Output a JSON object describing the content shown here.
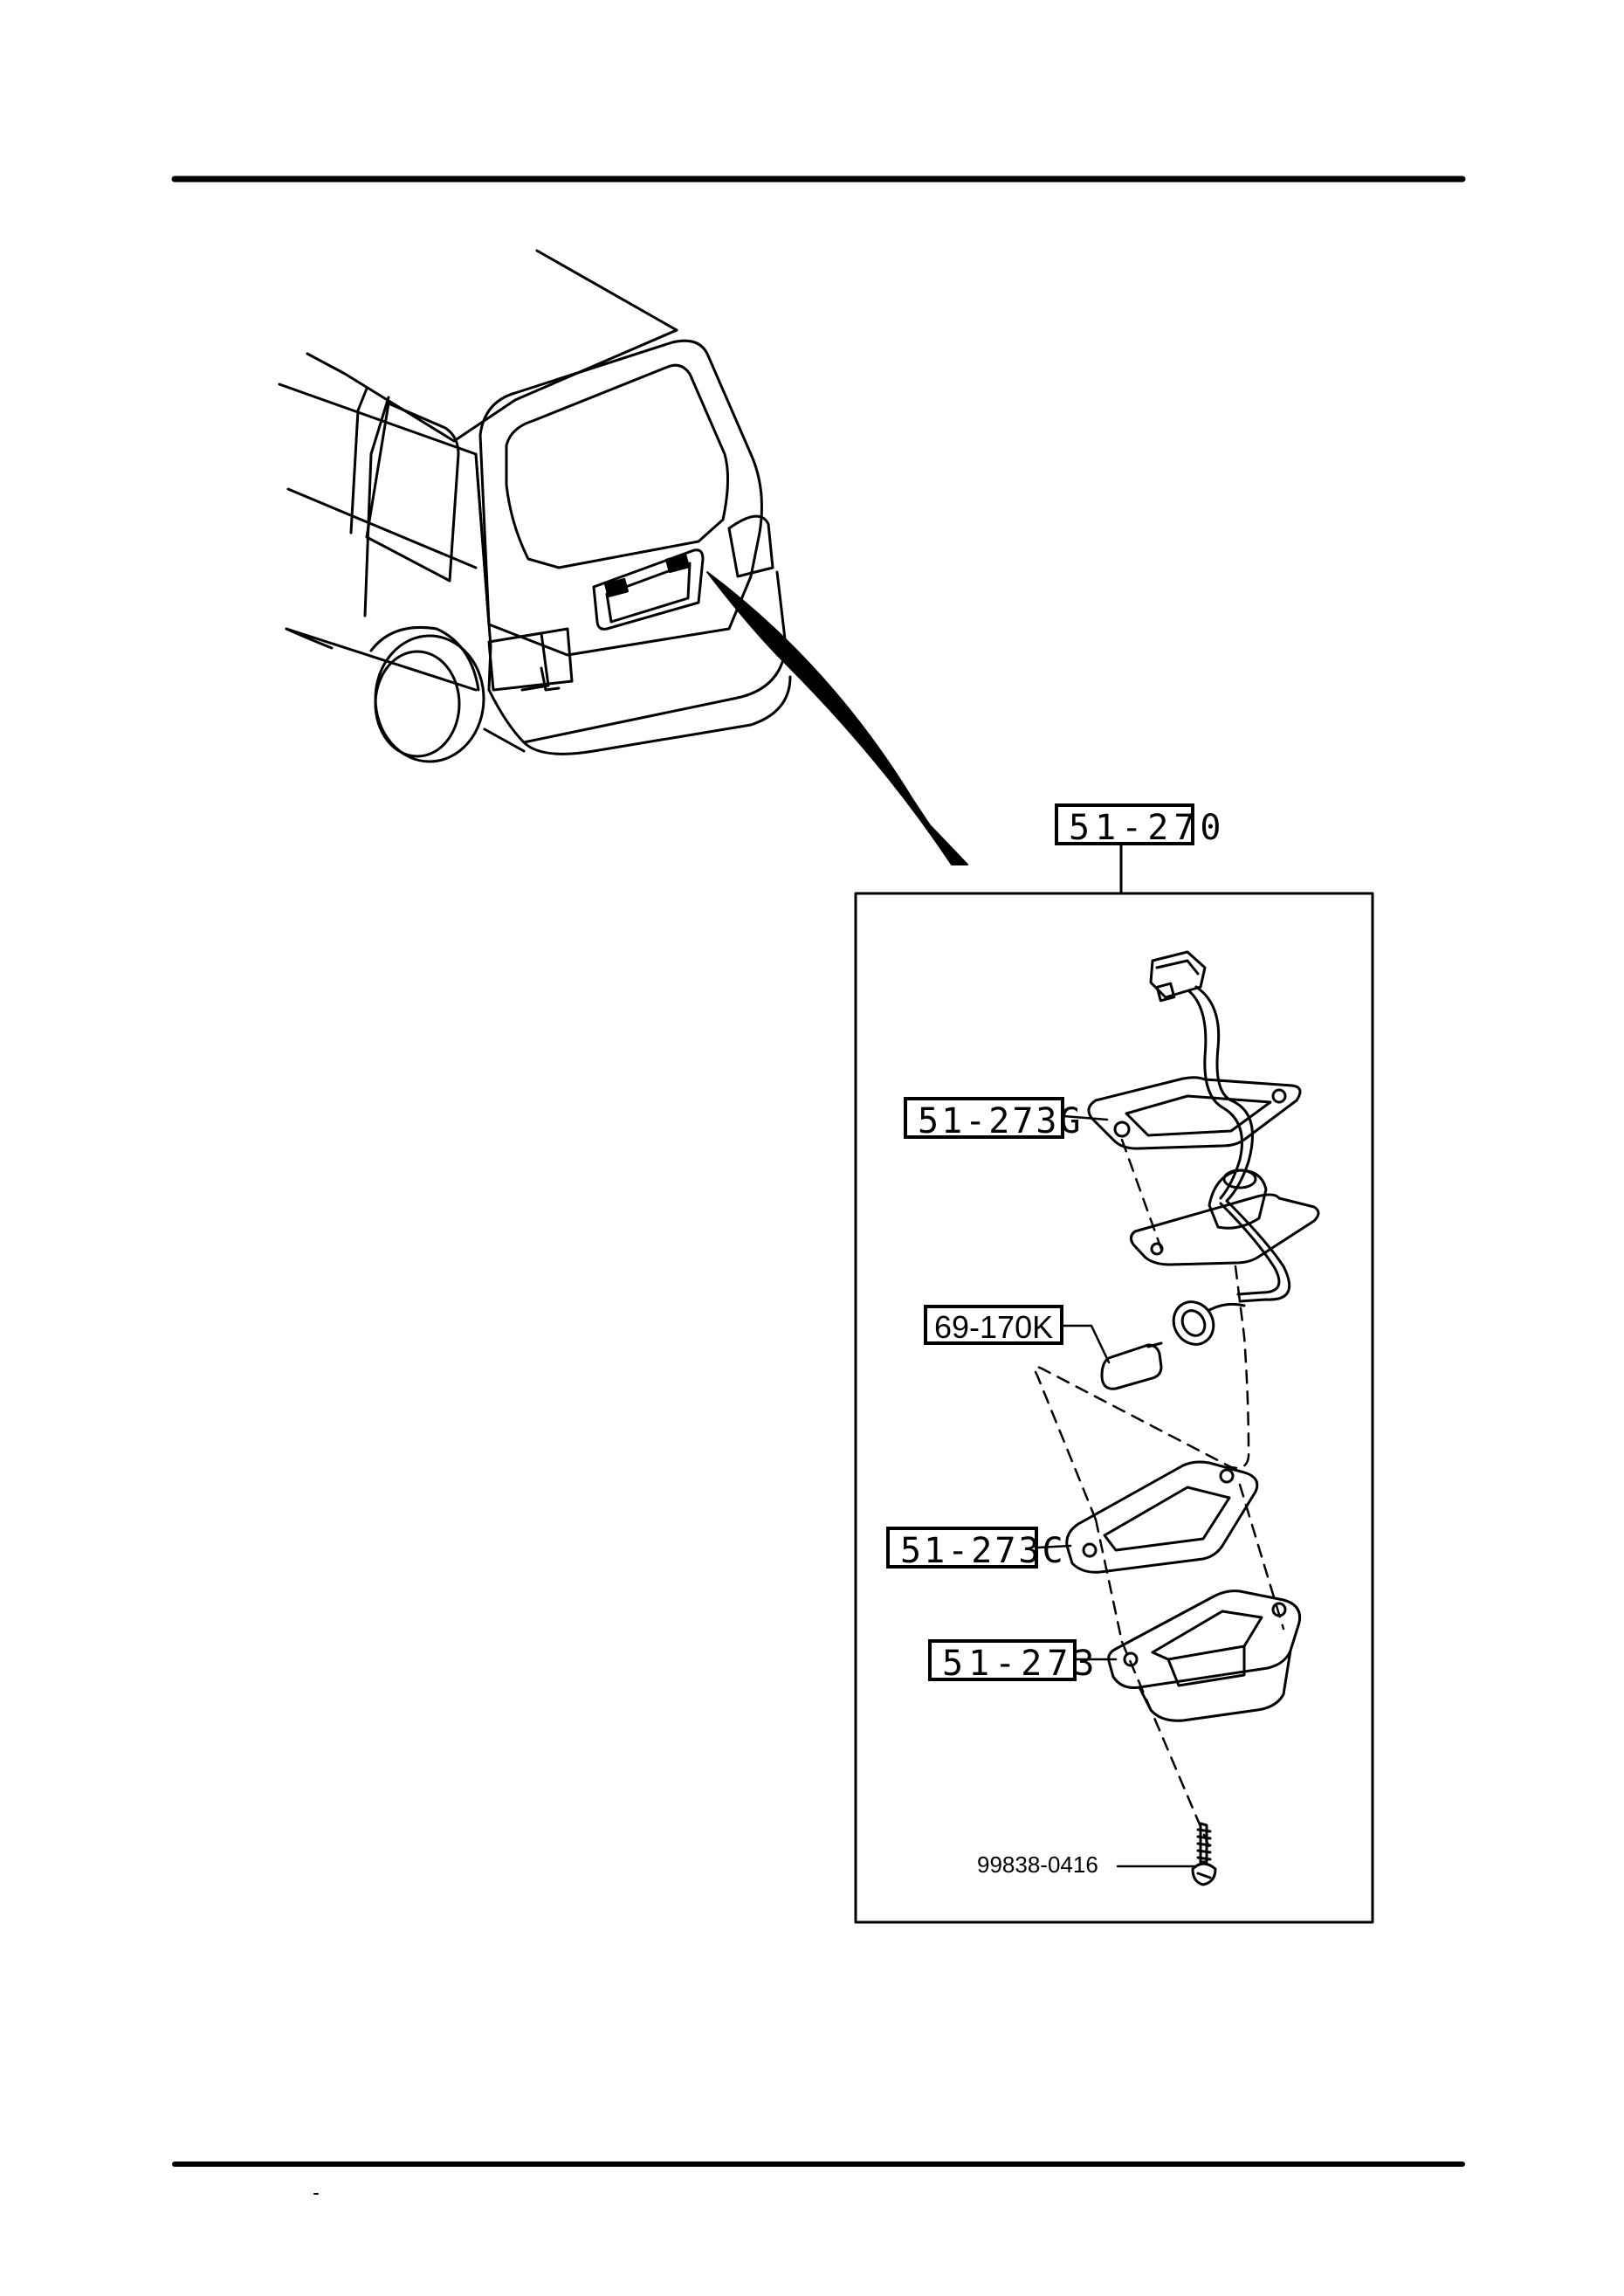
{
  "diagram": {
    "callouts": {
      "assembly": "51-270",
      "gasket_upper": "51-273G",
      "bulb": "69-170K",
      "gasket_lower": "51-273C",
      "lens_housing": "51-273",
      "screw": "99838-0416"
    }
  }
}
